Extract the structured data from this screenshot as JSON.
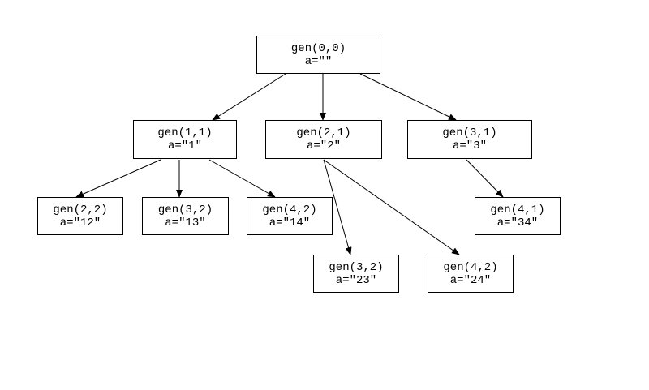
{
  "colors": {
    "stroke": "#000000",
    "background": "#ffffff"
  },
  "nodes": [
    {
      "id": "n-root",
      "call": "gen(0,0)",
      "value": "a=\"\""
    },
    {
      "id": "n-11",
      "call": "gen(1,1)",
      "value": "a=\"1\""
    },
    {
      "id": "n-21",
      "call": "gen(2,1)",
      "value": "a=\"2\""
    },
    {
      "id": "n-31",
      "call": "gen(3,1)",
      "value": "a=\"3\""
    },
    {
      "id": "n-22",
      "call": "gen(2,2)",
      "value": "a=\"12\""
    },
    {
      "id": "n-32a",
      "call": "gen(3,2)",
      "value": "a=\"13\""
    },
    {
      "id": "n-42a",
      "call": "gen(4,2)",
      "value": "a=\"14\""
    },
    {
      "id": "n-41",
      "call": "gen(4,1)",
      "value": "a=\"34\""
    },
    {
      "id": "n-32b",
      "call": "gen(3,2)",
      "value": "a=\"23\""
    },
    {
      "id": "n-42b",
      "call": "gen(4,2)",
      "value": "a=\"24\""
    }
  ],
  "edges": [
    {
      "from": "n-root",
      "to": "n-11"
    },
    {
      "from": "n-root",
      "to": "n-21"
    },
    {
      "from": "n-root",
      "to": "n-31"
    },
    {
      "from": "n-11",
      "to": "n-22"
    },
    {
      "from": "n-11",
      "to": "n-32a"
    },
    {
      "from": "n-11",
      "to": "n-42a"
    },
    {
      "from": "n-21",
      "to": "n-32b"
    },
    {
      "from": "n-21",
      "to": "n-42b"
    },
    {
      "from": "n-31",
      "to": "n-41"
    }
  ]
}
